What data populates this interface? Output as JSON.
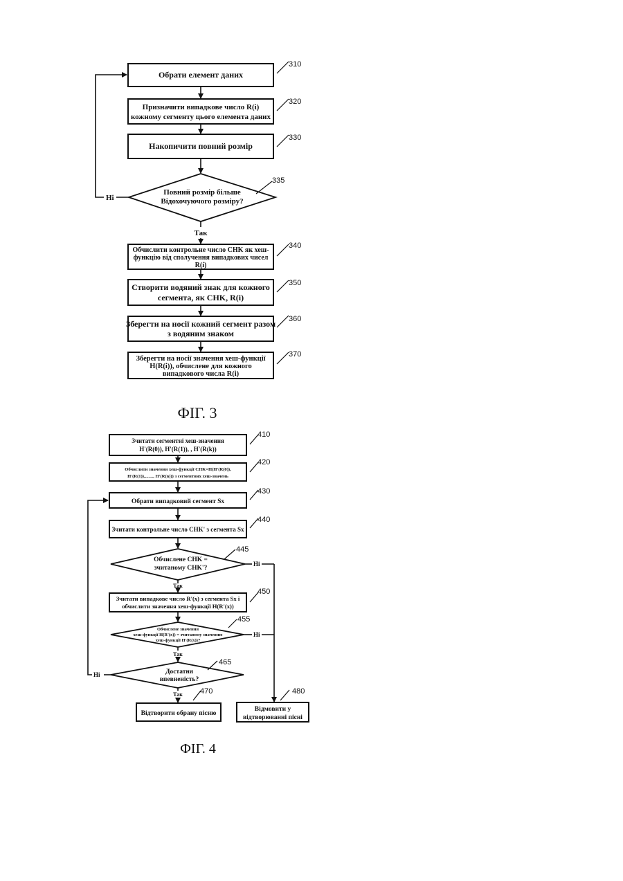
{
  "fig3": {
    "caption": "ФІГ. 3",
    "steps": {
      "s310": {
        "num": "310",
        "line1": "Обрати елемент даних"
      },
      "s320": {
        "num": "320",
        "line1": "Призначити випадкове число R(i)",
        "line2": "кожному сегменту цього елемента даних"
      },
      "s330": {
        "num": "330",
        "line1": "Накопичити повний розмір"
      },
      "s335": {
        "num": "335",
        "line1": "Повний розмір більше",
        "line2": "Відохочуючого розміру?",
        "no": "Ні",
        "yes": "Так"
      },
      "s340": {
        "num": "340",
        "line1": "Обчислити контрольне число CHK як хеш-",
        "line2": "функцію від сполучення випадкових чисел",
        "line3": "R(i)"
      },
      "s350": {
        "num": "350",
        "line1": "Створити водяний знак для кожного",
        "line2": "сегмента, як CHK, R(i)"
      },
      "s360": {
        "num": "360",
        "line1": "Зберегти на носії кожний сегмент разом",
        "line2": "з водяним знаком"
      },
      "s370": {
        "num": "370",
        "line1": "Зберегти на носії значення хеш-функції",
        "line2": "H(R(i)), обчислене для кожного",
        "line3": "випадкового числа R(i)"
      }
    }
  },
  "fig4": {
    "caption": "ФІГ. 4",
    "steps": {
      "s410": {
        "num": "410",
        "line1": "Зчитати сегментні хеш-значення",
        "line2": "H'(R(0)), H'(R(1)), , H'(R(k))"
      },
      "s420": {
        "num": "420",
        "line1": "Обчислити значення хеш-функції CHK=H(H'(R(0)),",
        "line2": "H'(R(1)),......., H'(R(n))) з сегментних хеш-значень"
      },
      "s430": {
        "num": "430",
        "line1": "Обрати випадковий сегмент Sx"
      },
      "s440": {
        "num": "440",
        "line1": "Зчитати контрольне число CHK' з сегмента Sx"
      },
      "s445": {
        "num": "445",
        "line1": "Обчислене CHK =",
        "line2": "зчитаному CHK'?",
        "no": "Ні",
        "yes": "Так"
      },
      "s450": {
        "num": "450",
        "line1": "Зчитати випадкове число R'(x) з сегмента Sx і",
        "line2": "обчислити значення хеш-функції H(R'(x))"
      },
      "s455": {
        "num": "455",
        "line1": "Обчислене значення",
        "line2": "хеш-функції H(R'(x)) = зчитаному значенню",
        "line3": "хеш-функції H'(R(x))?",
        "no": "Ні",
        "yes": "Так"
      },
      "s465": {
        "num": "465",
        "line1": "Достатня",
        "line2": "впевненість?",
        "no": "Ні",
        "yes": "Так"
      },
      "s470": {
        "num": "470",
        "line1": "Відтворити обрану пісню"
      },
      "s480": {
        "num": "480",
        "line1": "Відмовити у",
        "line2": "відтворюванні пісні"
      }
    }
  }
}
